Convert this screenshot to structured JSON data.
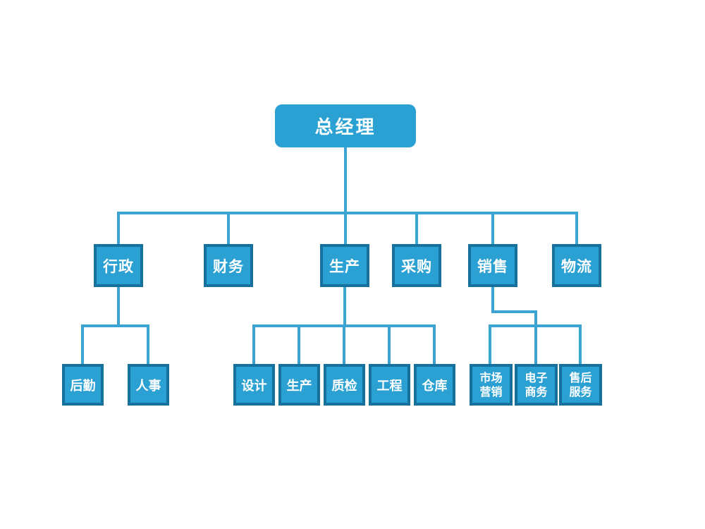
{
  "chart": {
    "type": "org-chart",
    "colors": {
      "box_fill": "#2BA1D3",
      "box_border": "#16719C",
      "line": "#3BA4D3",
      "text": "#FFFFFF",
      "canvas_bg": "#FFFFFF"
    },
    "root": {
      "label": "总经理"
    },
    "level2": [
      {
        "label": "行政"
      },
      {
        "label": "财务"
      },
      {
        "label": "生产"
      },
      {
        "label": "采购"
      },
      {
        "label": "销售"
      },
      {
        "label": "物流"
      }
    ],
    "level3_admin": [
      {
        "label": "后勤"
      },
      {
        "label": "人事"
      }
    ],
    "level3_production": [
      {
        "label": "设计"
      },
      {
        "label": "生产"
      },
      {
        "label": "质检"
      },
      {
        "label": "工程"
      },
      {
        "label": "仓库"
      }
    ],
    "level3_sales": [
      {
        "label": "市场\n营销"
      },
      {
        "label": "电子\n商务"
      },
      {
        "label": "售后\n服务"
      }
    ]
  }
}
